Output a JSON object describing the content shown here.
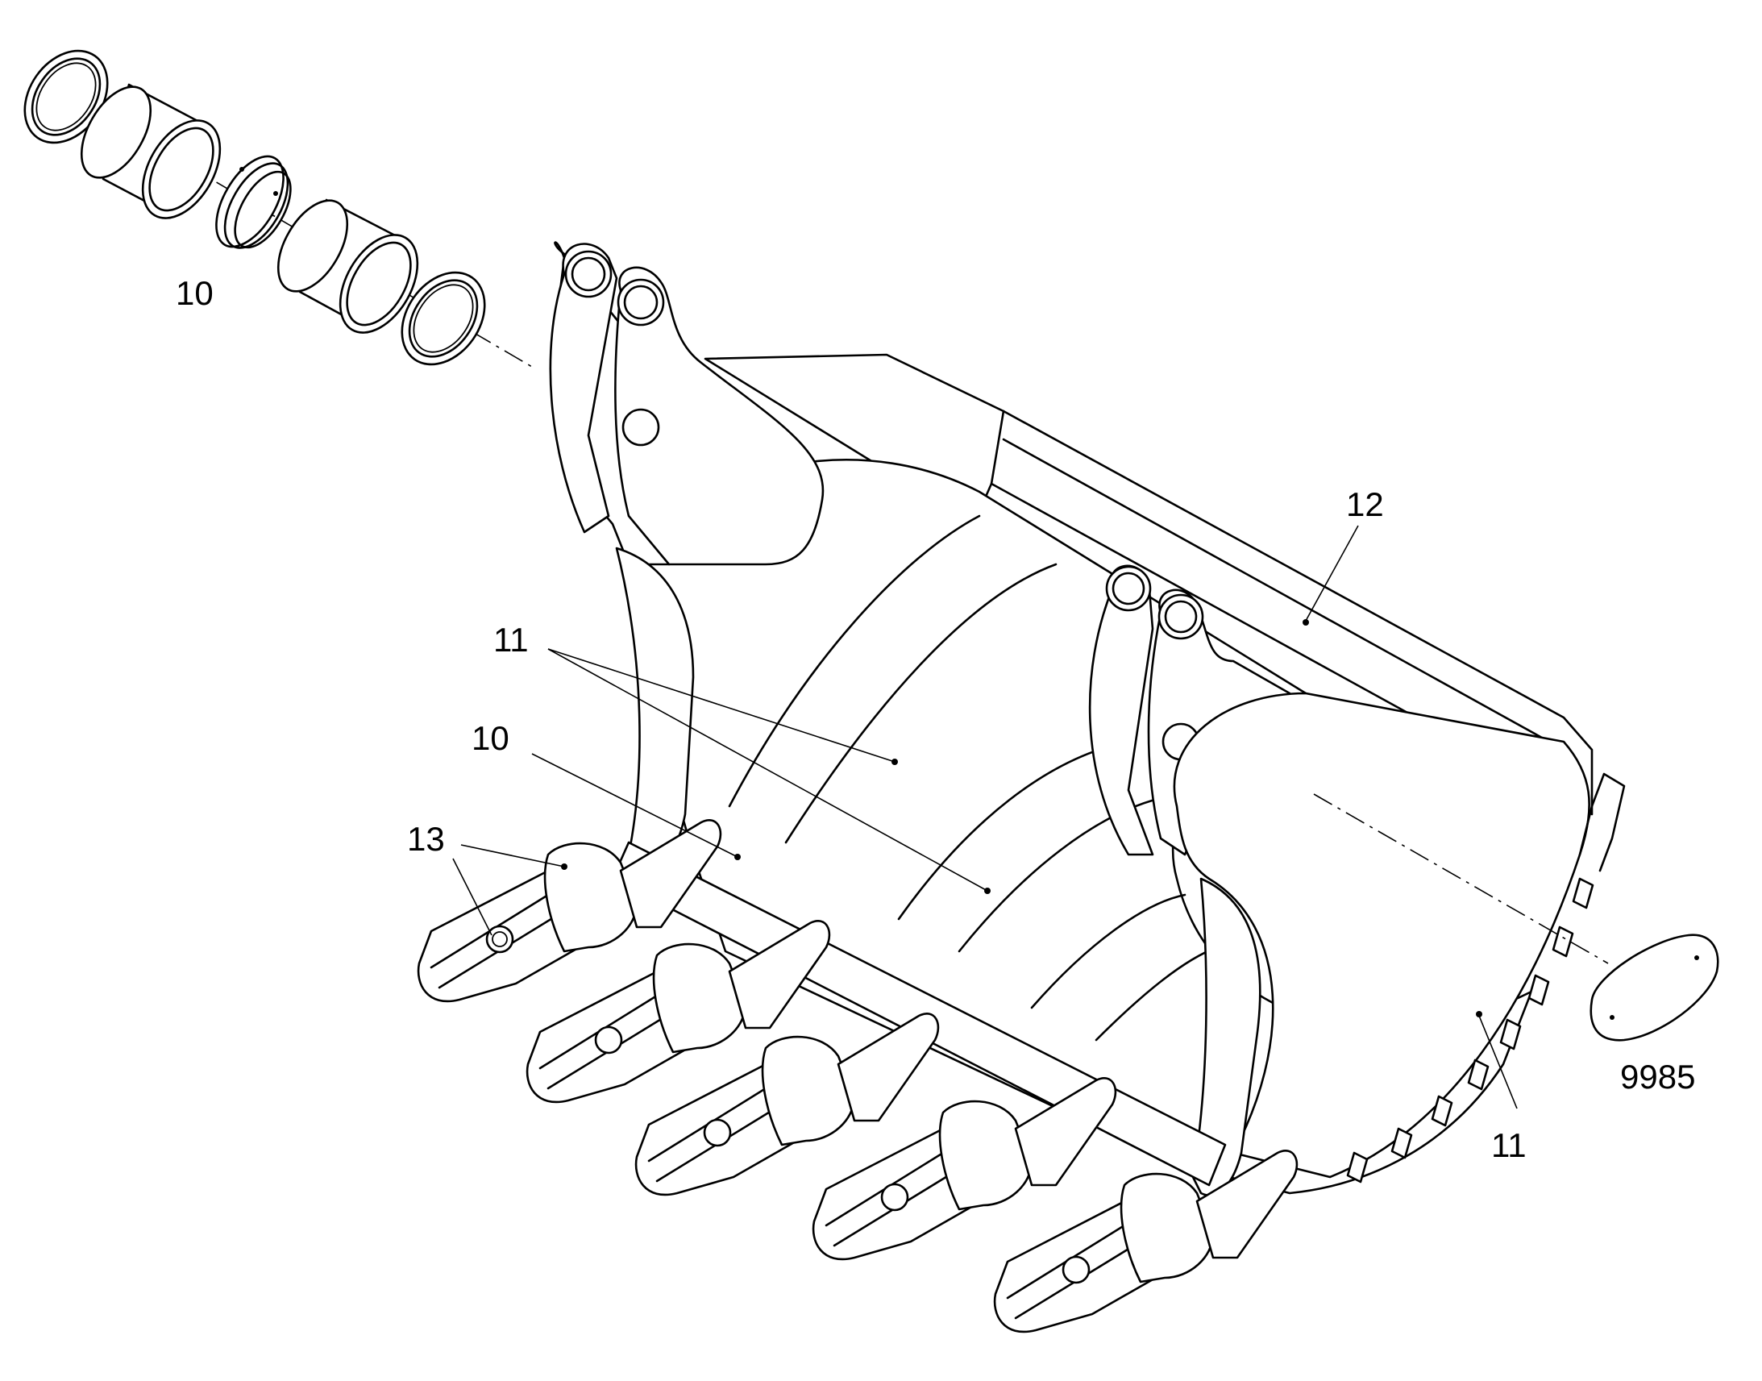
{
  "diagram": {
    "callouts": [
      {
        "id": "bushing-kit",
        "text": "10"
      },
      {
        "id": "bucket-body",
        "text": "12"
      },
      {
        "id": "wear-strip-inner",
        "text": "11"
      },
      {
        "id": "cutting-edge",
        "text": "10"
      },
      {
        "id": "tooth-adapter",
        "text": "13"
      },
      {
        "id": "cover-plate",
        "text": "9985"
      },
      {
        "id": "wear-strip-side",
        "text": "11"
      }
    ]
  }
}
